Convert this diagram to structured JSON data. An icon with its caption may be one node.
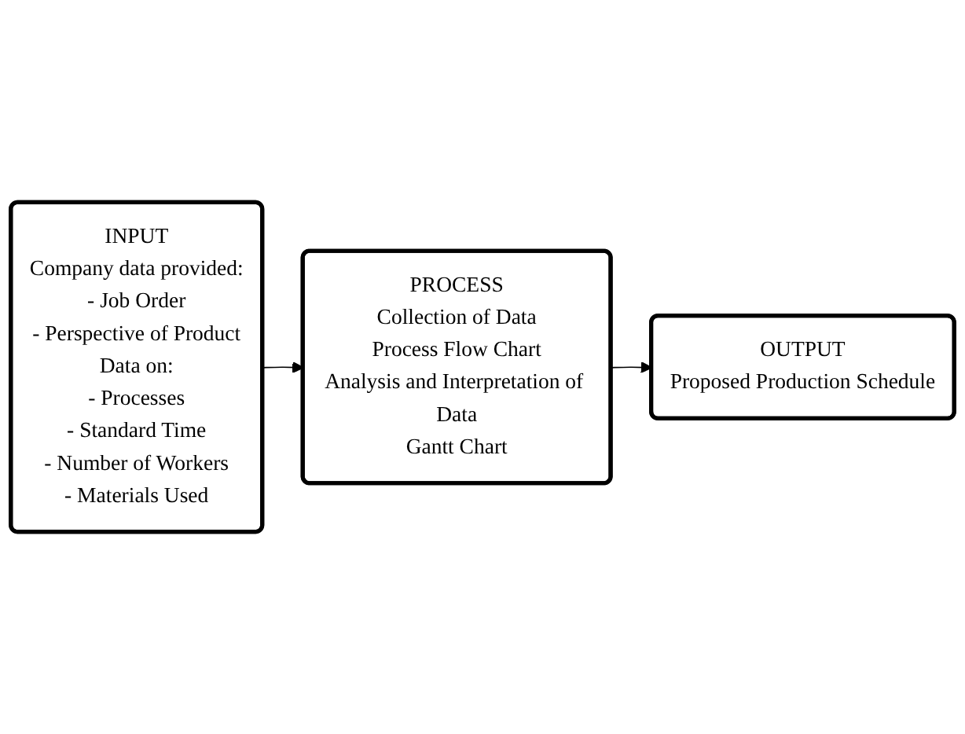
{
  "diagram": {
    "nodes": [
      {
        "text": [
          "INPUT",
          "Company data provided:",
          "- Job Order",
          "- Perspective of Product",
          "Data on:",
          "- Processes",
          "- Standard Time",
          "- Number of Workers",
          "- Materials Used"
        ]
      },
      {
        "text": [
          "PROCESS",
          "Collection of Data",
          "Process Flow Chart",
          "Analysis and Interpretation of Data",
          "Gantt Chart"
        ]
      },
      {
        "text": [
          "OUTPUT",
          "Proposed Production Schedule"
        ]
      }
    ],
    "edges": [
      {
        "from": 0,
        "to": 1,
        "arrow": "to"
      },
      {
        "from": 1,
        "to": 2,
        "arrow": "to"
      }
    ]
  }
}
